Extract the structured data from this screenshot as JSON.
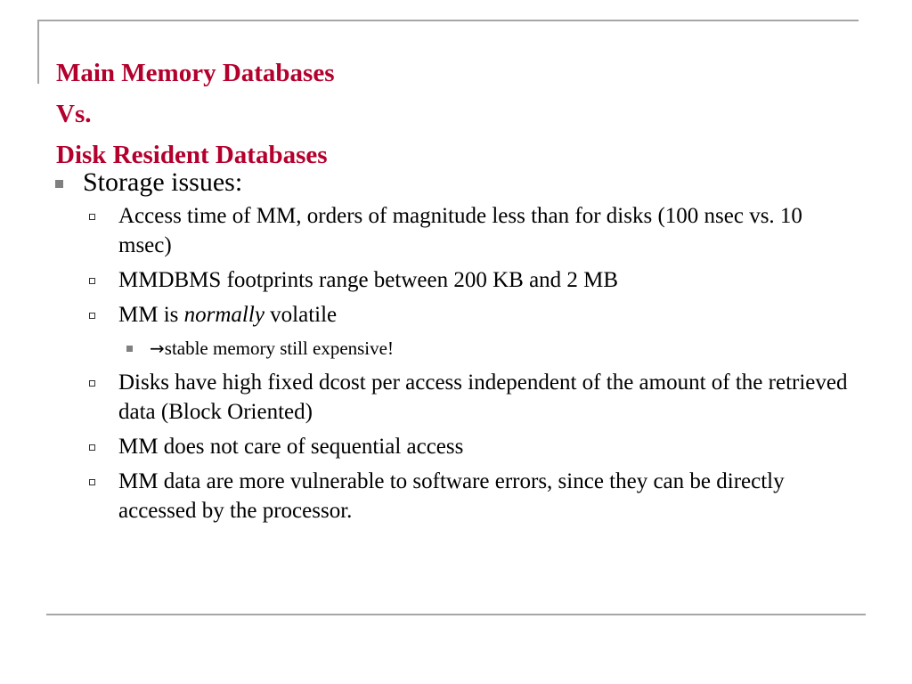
{
  "slide": {
    "title_lines": [
      "Main Memory Databases",
      "Vs.",
      "Disk Resident Databases"
    ],
    "heading": "Storage issues:",
    "items": [
      "Access time of MM, orders of magnitude less than for disks (100 nsec vs. 10 msec)",
      "MMDBMS footprints range between 200 KB and 2 MB",
      {
        "prefix": "MM is ",
        "emphasis": "normally",
        "suffix": " volatile"
      },
      "Disks have high fixed dcost per access independent of the amount of the retrieved data (Block Oriented)",
      "MM does not care of sequential access",
      "MM data are more vulnerable to software errors, since they can be directly accessed by the processor."
    ],
    "subitem": {
      "arrow": "→",
      "text": "stable memory still expensive!"
    }
  },
  "colors": {
    "title": "#b3002d",
    "frame": "#a6a6a6",
    "bullet": "#808080"
  }
}
